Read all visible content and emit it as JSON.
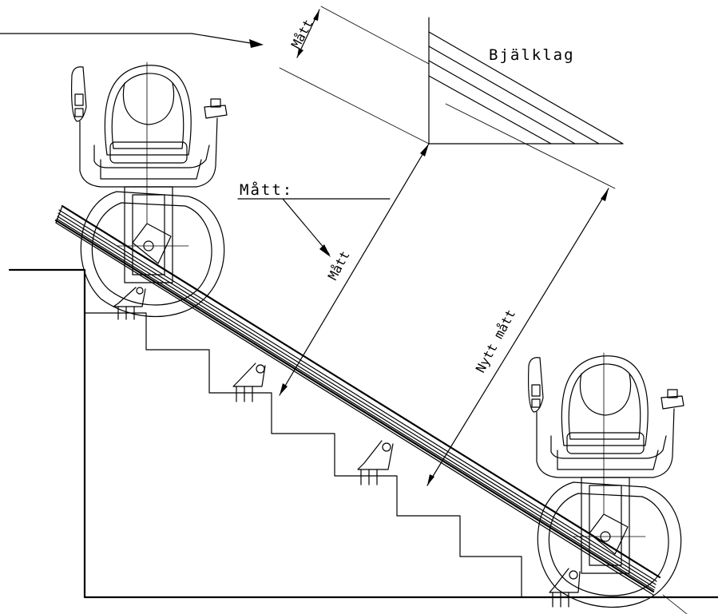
{
  "labels": {
    "bjalklag": "Bjälklag",
    "matt_note": "Mått:",
    "matt_top": "Mått",
    "matt_diag": "Mått",
    "nytt_matt": "Nytt mått"
  },
  "icons": {
    "upper_chair": "stairlift-chair-icon",
    "lower_chair": "stairlift-chair-icon",
    "rail": "stair-rail-icon",
    "stairs": "staircase-icon"
  }
}
